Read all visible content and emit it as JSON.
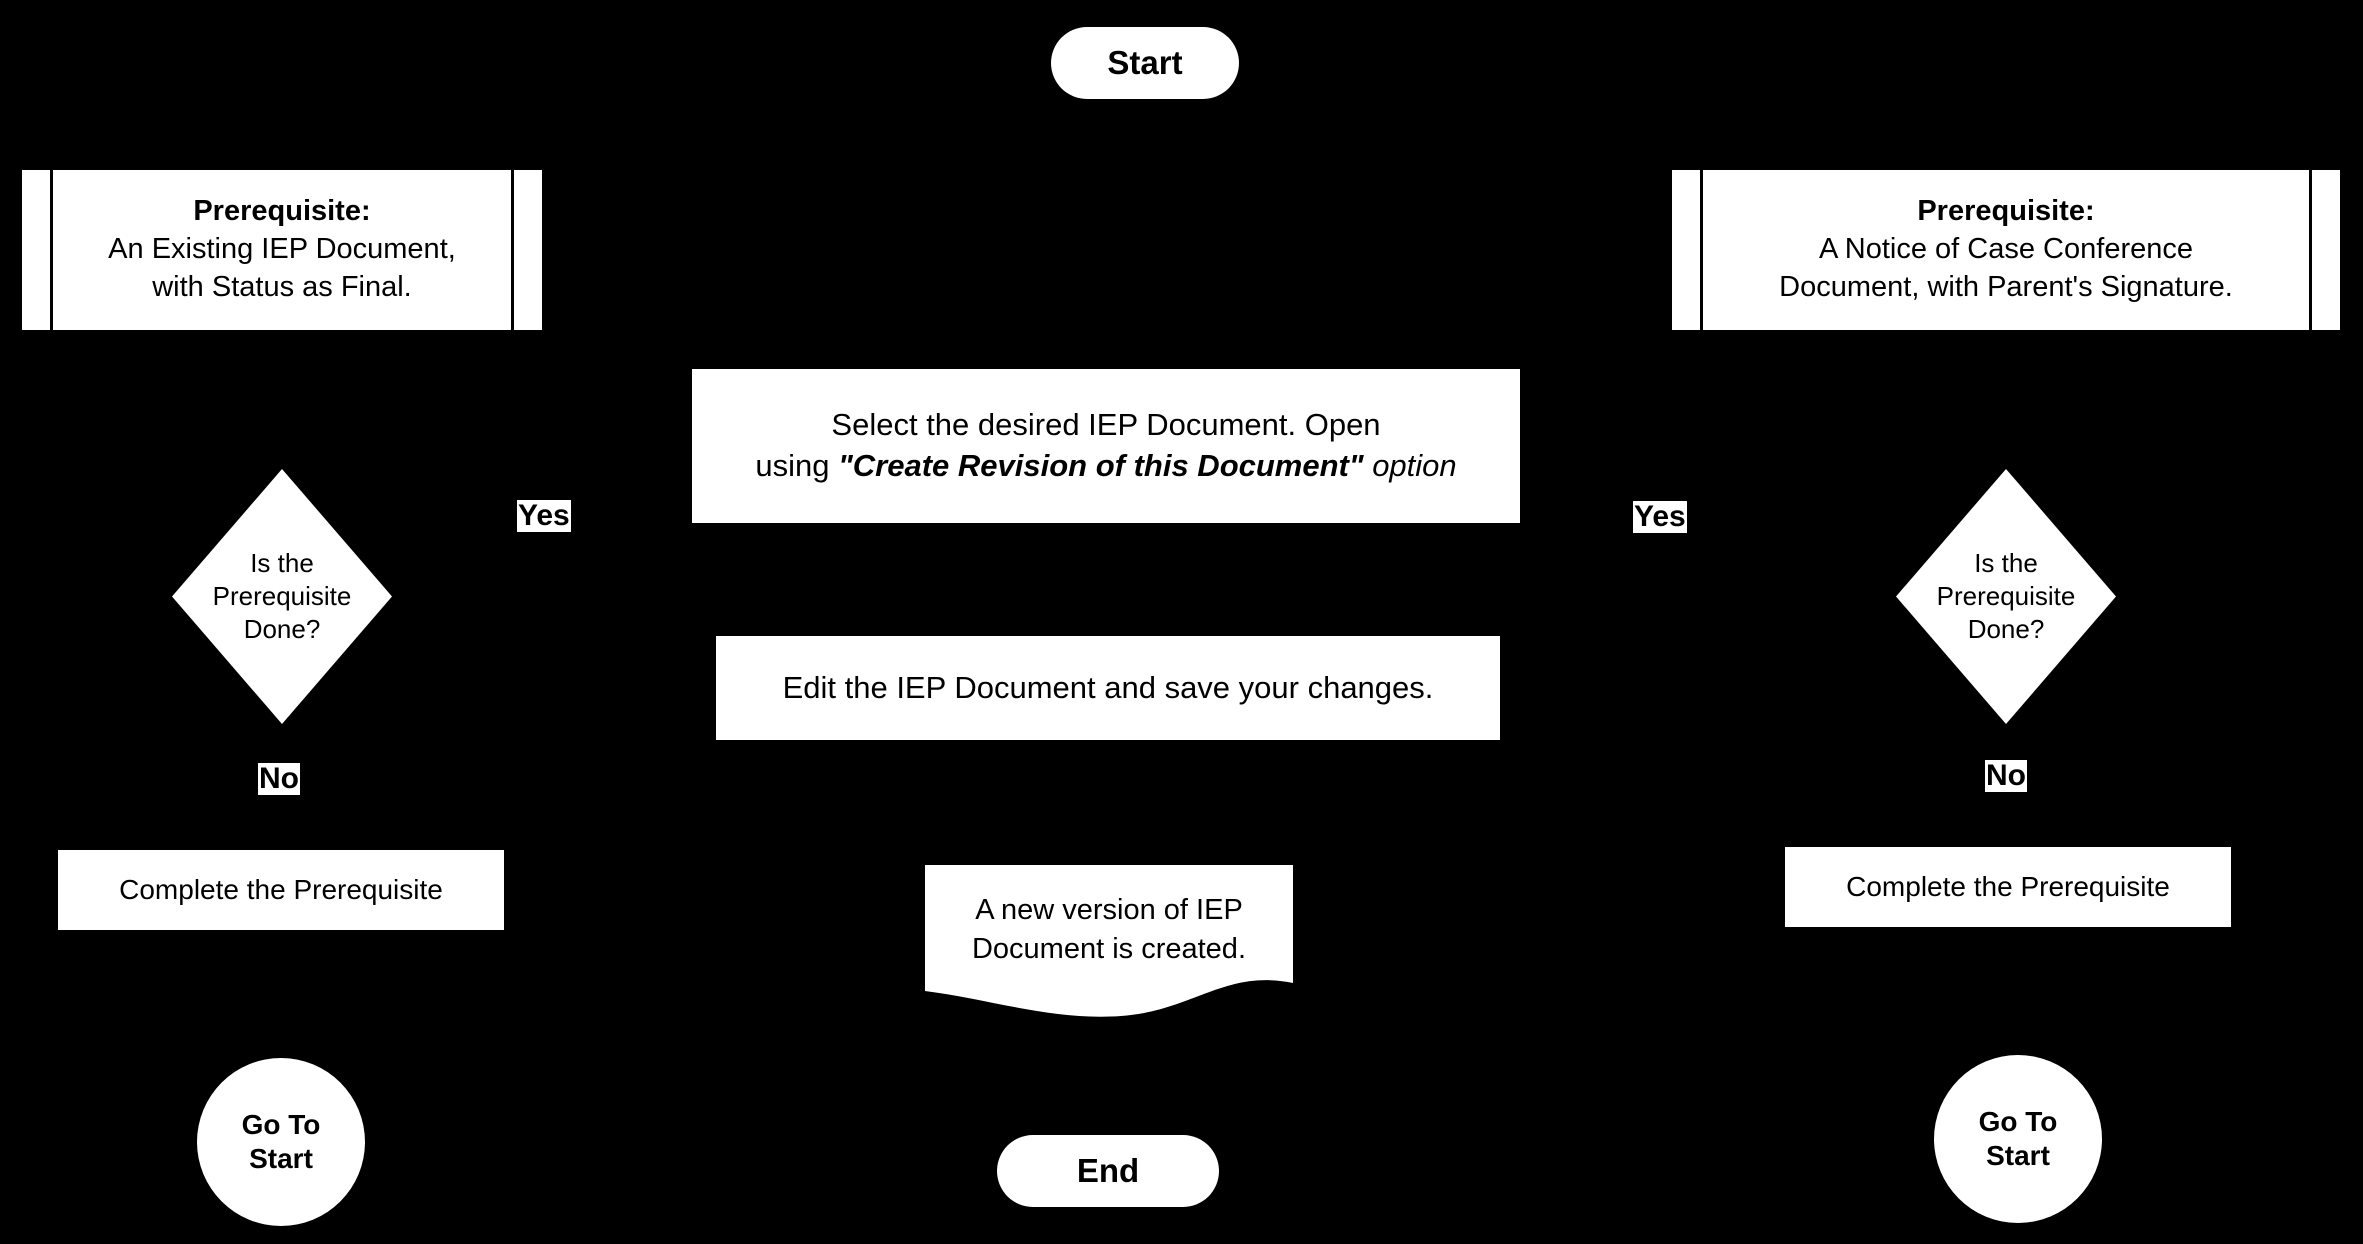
{
  "diagram": {
    "title": "IEP Document Revision Flowchart",
    "background_color": "#000000",
    "shape_fill_color": "#ffffff",
    "text_color": "#000000"
  },
  "start": {
    "label": "Start"
  },
  "end": {
    "label": "End"
  },
  "left_branch": {
    "prerequisite": {
      "title": "Prerequisite:",
      "line1": "An Existing IEP Document,",
      "line2": "with Status as Final."
    },
    "decision": {
      "line1": "Is the",
      "line2": "Prerequisite",
      "line3": "Done?"
    },
    "yes_label": "Yes",
    "no_label": "No",
    "complete_action": "Complete the Prerequisite",
    "connector": {
      "line1": "Go To",
      "line2": "Start"
    }
  },
  "right_branch": {
    "prerequisite": {
      "title": "Prerequisite:",
      "line1": "A Notice of Case Conference",
      "line2": "Document, with Parent's Signature."
    },
    "decision": {
      "line1": "Is the",
      "line2": "Prerequisite",
      "line3": "Done?"
    },
    "yes_label": "Yes",
    "no_label": "No",
    "complete_action": "Complete the Prerequisite",
    "connector": {
      "line1": "Go To",
      "line2": "Start"
    }
  },
  "main_flow": {
    "select_step": {
      "line1": "Select the desired IEP Document. Open",
      "line2_prefix": "using ",
      "line2_emphasis": "\"Create Revision of this Document\"",
      "line2_suffix": " option"
    },
    "edit_step": "Edit the IEP Document and save your changes.",
    "document_result": {
      "line1": "A new version of IEP",
      "line2": "Document is created."
    }
  }
}
